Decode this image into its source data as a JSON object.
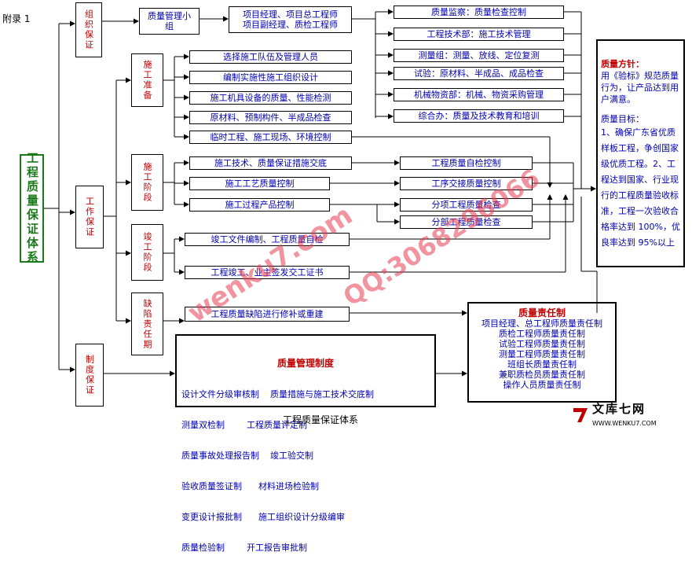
{
  "appendix": "附录 1",
  "caption": "工程质量保证体系",
  "root": "工程质量保证体系",
  "branches": {
    "org": "组织保证",
    "work": "工作保证",
    "system": "制度保证"
  },
  "org": {
    "group": "质量管理小组",
    "managers": [
      "项目经理、项目总工程师",
      "项目副经理、质检工程师"
    ],
    "departments": [
      "质量监察：质量检查控制",
      "工程技术部：施工技术管理",
      "测量组：测量、放线、定位复测",
      "试验：原材料、半成品、成品检查",
      "机械物资部：机械、物资采购管理",
      "综合办：质量及技术教育和培训"
    ]
  },
  "phases": {
    "prep": "施工准备",
    "stage": "施工阶段",
    "completion": "竣工阶段",
    "defect": "缺陷责任期"
  },
  "prep_items": [
    "选择施工队伍及管理人员",
    "编制实施性施工组织设计",
    "施工机具设备的质量、性能检测",
    "原材料、预制构件、半成品检查",
    "临时工程、施工现场、环境控制"
  ],
  "stage_items": [
    "施工技术、质量保证措施交底",
    "施工工艺质量控制",
    "施工过程产品控制"
  ],
  "stage_checks": [
    "工程质量自检控制",
    "工序交接质量控制",
    "分项工程质量检查",
    "分部工程质量检查"
  ],
  "completion_items": [
    "竣工文件编制、工程质量自检",
    "工程竣工、业主签发交工证书"
  ],
  "defect_item": "工程质量缺陷进行修补或重建",
  "goal": {
    "title": "质量方针：",
    "policy": "用《验标》规范质量行为，让产品达到用户满意。",
    "target_title": "质量目标：",
    "targets": "1、确保广东省优质样板工程，争创国家级优质工程。2、工程达到国家、行业现行的工程质量验收标准，工程一次验收合格率达到 100%，优良率达到 95%以上"
  },
  "qms": {
    "title": "质量管理制度",
    "lines": [
      "设计文件分级审核制    质量措施与施工技术交底制",
      "测量双检制        工程质量评定制",
      "质量事故处理报告制    竣工验交制",
      "验收质量签证制      材料进场检验制",
      "变更设计报批制      施工组织设计分级编审",
      "质量检验制        开工报告审批制"
    ]
  },
  "resp": {
    "title": "质量责任制",
    "lines": [
      "项目经理、总工程师质量责任制",
      "质检工程师质量责任制",
      "试验工程师质量责任制",
      "测量工程师质量责任制",
      "班组长质量责任制",
      "兼职质检员质量责任制",
      "操作人员质量责任制"
    ]
  },
  "watermarks": {
    "site": "wenku7.com",
    "qq": "QQ:3068296066"
  },
  "logo": {
    "name": "文库七网",
    "url": "WWW.WENKU7.COM"
  },
  "colors": {
    "accent_red": "#c00000",
    "accent_green": "#1a7a1a",
    "accent_blue": "#0000b0"
  }
}
